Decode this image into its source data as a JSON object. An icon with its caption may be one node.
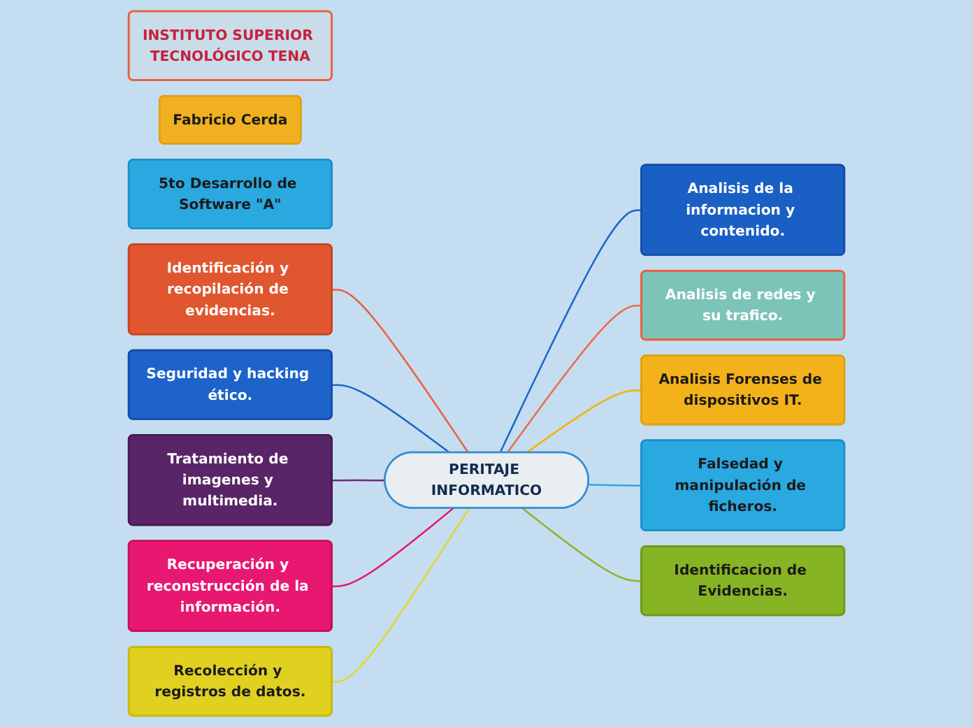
{
  "diagram": {
    "nodes": [
      {
        "text": [
          "INSTITUTO SUPERIOR TECNOLÓGICO TENA"
        ]
      },
      {
        "text": [
          "Fabricio Cerda"
        ]
      },
      {
        "text": [
          "5to Desarrollo de Software \"A\""
        ]
      },
      {
        "text": [
          "Identificación y recopilación de evidencias."
        ]
      },
      {
        "text": [
          "Analisis de la informacion y contenido."
        ]
      },
      {
        "text": [
          "Analisis de redes y su trafico."
        ]
      },
      {
        "text": [
          "Seguridad y hacking ético."
        ]
      },
      {
        "text": [
          "Analisis Forenses de dispositivos IT."
        ]
      },
      {
        "text": [
          "Tratamiento de imagenes y multimedia."
        ]
      },
      {
        "text": [
          "PERITAJE INFORMATICO"
        ]
      },
      {
        "text": [
          "Recuperación y reconstrucción de la información."
        ]
      },
      {
        "text": [
          "Falsedad y manipulación de ficheros."
        ]
      },
      {
        "text": [
          "Recolección y registros de datos."
        ]
      },
      {
        "text": [
          "Identificacion de Evidencias."
        ]
      }
    ],
    "edges": [
      {
        "from": 3,
        "to": 9,
        "arrow": "none",
        "color": "#e8603c"
      },
      {
        "from": 6,
        "to": 9,
        "arrow": "none",
        "color": "#1d63c9"
      },
      {
        "from": 8,
        "to": 9,
        "arrow": "none",
        "color": "#6b2d7a"
      },
      {
        "from": 10,
        "to": 9,
        "arrow": "none",
        "color": "#e8176f"
      },
      {
        "from": 12,
        "to": 9,
        "arrow": "none",
        "color": "#e3d52a"
      },
      {
        "from": 9,
        "to": 4,
        "arrow": "none",
        "color": "#1a66cc"
      },
      {
        "from": 9,
        "to": 5,
        "arrow": "none",
        "color": "#ee6a4a"
      },
      {
        "from": 9,
        "to": 7,
        "arrow": "none",
        "color": "#f2b400"
      },
      {
        "from": 9,
        "to": 11,
        "arrow": "none",
        "color": "#2aa8e0"
      },
      {
        "from": 9,
        "to": 13,
        "arrow": "none",
        "color": "#8ab526"
      }
    ]
  }
}
